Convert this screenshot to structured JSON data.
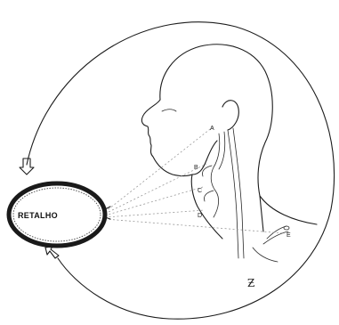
{
  "diagram": {
    "flap_label": "RETALHO",
    "vessel_labels": [
      "A",
      "B",
      "C",
      "D",
      "E"
    ],
    "signature": "Ƶ"
  },
  "colors": {
    "ink": "#1c1c1c",
    "dashed_lines": "#9a9a9a",
    "background": "#ffffff"
  },
  "icons": {
    "top_arrow": "hollow-arrow-down-icon",
    "bottom_arrow": "hollow-arrow-up-icon"
  }
}
